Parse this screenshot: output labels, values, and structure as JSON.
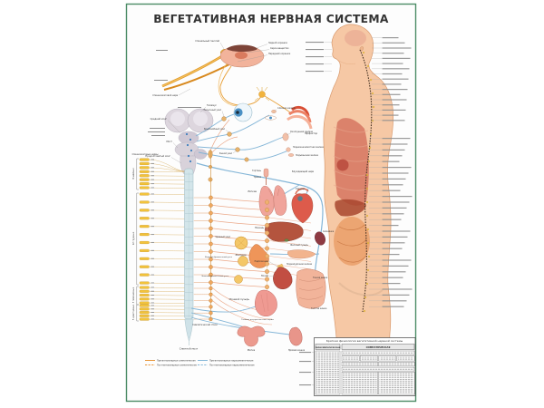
{
  "poster": {
    "title": "ВЕГЕТАТИВНАЯ НЕРВНАЯ СИСТЕМА",
    "border_color": "#4c8c66"
  },
  "reflex": {
    "spinal_ganglion": "Спинальный ганглий",
    "posterior_root": "Задний корешок",
    "gray_matter": "Серое вещество",
    "anterior_root": "Передний корешок",
    "spinal_nerve": "Спинномозговой нерв",
    "effector": "Эффектор"
  },
  "brain": {
    "thalamus": "Таламус",
    "midbrain": "Средний мозг",
    "pons": "Мост",
    "medulla": "Продолговатый мозг"
  },
  "spine": {
    "heading": "Спинномозговые нервы",
    "groups": [
      {
        "label": "8 шейных",
        "count": 8
      },
      {
        "label": "12 грудных",
        "count": 12
      },
      {
        "label": "5 поясничных",
        "count": 5
      },
      {
        "label": "5 крестцовых",
        "count": 5
      }
    ],
    "cord": "Спинной мозг",
    "trunk": "Симпатический ствол"
  },
  "head": {
    "ciliary": "Ресничный узел",
    "lacrimal": "Слёзная железа",
    "pterygopalatine": "Крылонёбный узел",
    "otic": "Ушной узел",
    "parotid": "Околоушная железа",
    "submandibular": "Поднижнечелюстная железа",
    "sublingual": "Подъязычная железа",
    "larynx": "Гортань",
    "trachea": "Трахея",
    "vagus": "Блуждающий нерв"
  },
  "organs": {
    "lungs": "Лёгкие",
    "heart": "Сердце",
    "liver": "Печень",
    "gallbladder": "Желчный пузырь",
    "spleen": "Селезёнка",
    "stomach": "Желудок",
    "pancreas": "Поджелудочная железа",
    "adrenal": "Надпочечник",
    "kidney": "Почка",
    "small_intestine": "Тонкая кишка",
    "colon": "Толстая кишка",
    "bladder": "Мочевой пузырь",
    "uterus": "Матка",
    "rectum": "Прямая кишка",
    "celiac": "Чревный узел",
    "sup_mesenteric": "Верхний брыжеечный узел",
    "inf_mesenteric": "Нижний брыжеечный узел",
    "pelvic": "Тазовые внутренностные нервы"
  },
  "legend": {
    "items": [
      {
        "label": "Преганглионарные симпатические",
        "color": "#e8973c",
        "dash": ""
      },
      {
        "label": "Постганглионарные симпатические",
        "color": "#e8973c",
        "dash": "2.2,1.4"
      },
      {
        "label": "Преганглионарные парасимпатические",
        "color": "#85b7d8",
        "dash": ""
      },
      {
        "label": "Постганглионарные парасимпатические",
        "color": "#85b7d8",
        "dash": "2.2,1.4"
      }
    ]
  },
  "table": {
    "title": "Краткая физиология вегетативной нервной системы",
    "col_left": "ПАРАСИМПАТИЧЕСКАЯ",
    "col_right": "СИМПАТИЧЕСКАЯ"
  }
}
